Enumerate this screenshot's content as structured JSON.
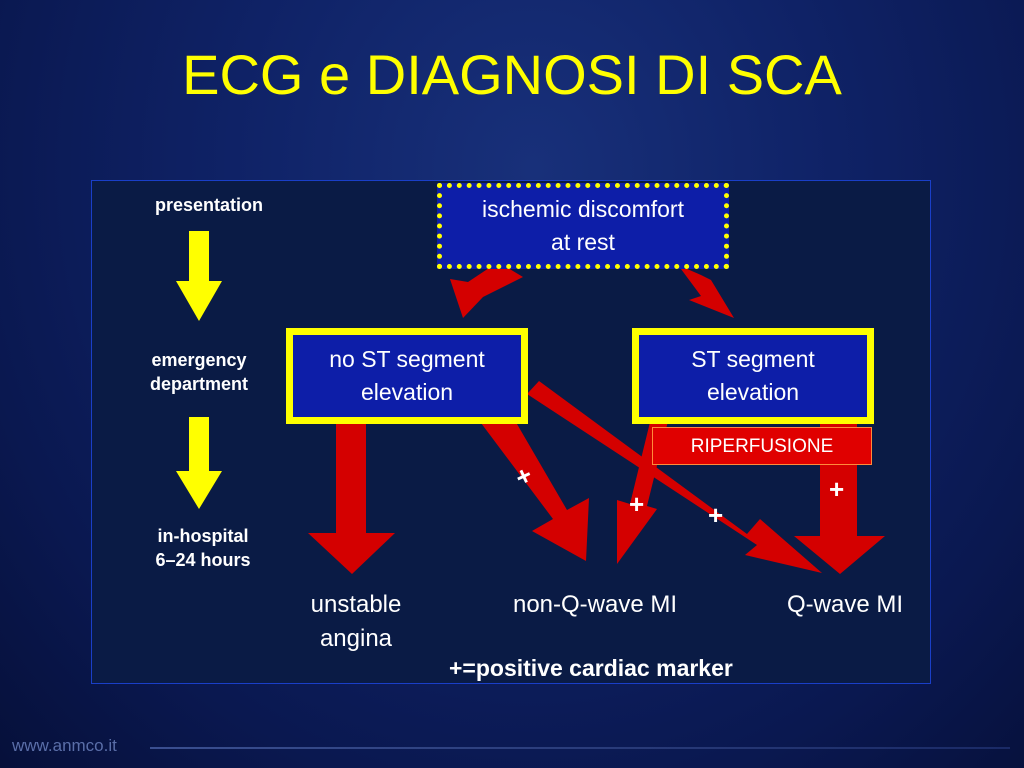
{
  "title": "ECG e DIAGNOSI DI SCA",
  "stages": [
    "presentation",
    "emergency department",
    "in-hospital 6–24 hours"
  ],
  "stage_lines": [
    [
      "presentation"
    ],
    [
      "emergency",
      "department"
    ],
    [
      "in-hospital",
      "6–24 hours"
    ]
  ],
  "boxes": {
    "top": [
      "ischemic discomfort",
      "at rest"
    ],
    "left": [
      "no ST segment",
      "elevation"
    ],
    "right": [
      "ST segment",
      "elevation"
    ]
  },
  "outcomes": {
    "unstable": [
      "unstable",
      "angina"
    ],
    "nonq": "non-Q-wave MI",
    "qwave": "Q-wave MI"
  },
  "plus_sign": "+",
  "legend": "+=positive cardiac marker",
  "badge": "RIPERFUSIONE",
  "footer": "www.anmco.it",
  "colors": {
    "background": "#0f2266",
    "title": "#ffff00",
    "arrow_red": "#d40000",
    "arrow_yellow": "#ffff00",
    "box_fill": "#0d1ea8",
    "badge": "#e00000"
  }
}
